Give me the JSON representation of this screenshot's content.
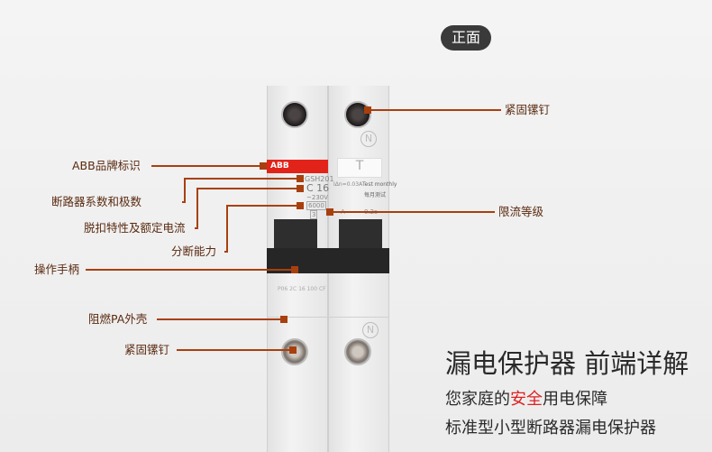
{
  "badge": "正面",
  "labels": {
    "brand": "ABB品牌标识",
    "model": "断路器系数和极数",
    "trip": "脱扣特性及额定电流",
    "breaking": "分断能力",
    "handle": "操作手柄",
    "housing": "阻燃PA外壳",
    "screw_bottom": "紧固镙钉",
    "screw_top": "紧固镙钉",
    "limit": "限流等级"
  },
  "device": {
    "brand": "ABB",
    "model": "GSH201",
    "rating": "C 16",
    "voltage": "~230V",
    "breaking": "6000",
    "class": "3",
    "idn": "IΔn=0.03A",
    "test_en": "Test monthly",
    "test_cn": "每月测试",
    "type": "A",
    "time": "0.2s",
    "bottom_code": "P06  2C  16  100  CF",
    "test_button": "T",
    "neutral": "N"
  },
  "headline": {
    "title": "漏电保护器 前端详解",
    "line1_a": "您家庭的",
    "line1_red": "安全",
    "line1_b": "用电保障",
    "line2": "标准型小型断路器漏电保护器"
  },
  "colors": {
    "leader": "#a8400e",
    "abb_red": "#e2231a"
  }
}
